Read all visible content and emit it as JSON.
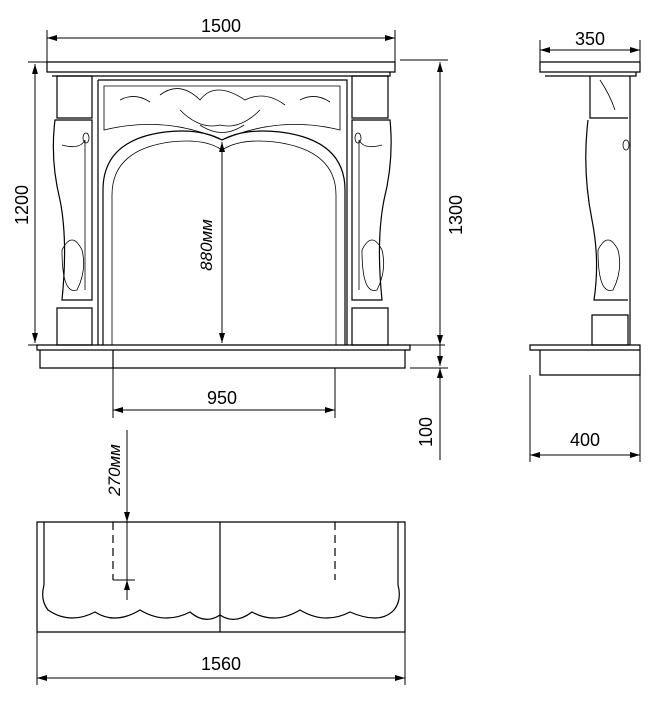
{
  "front_view": {
    "width_label": "1500",
    "height_label": "1200",
    "total_height_label": "1300",
    "opening_height_label": "880мм",
    "opening_width_label": "950",
    "base_height_label": "100"
  },
  "side_view": {
    "shelf_depth_label": "350",
    "base_depth_label": "400"
  },
  "top_view": {
    "insert_depth_label": "270мм",
    "base_width_label": "1560"
  }
}
